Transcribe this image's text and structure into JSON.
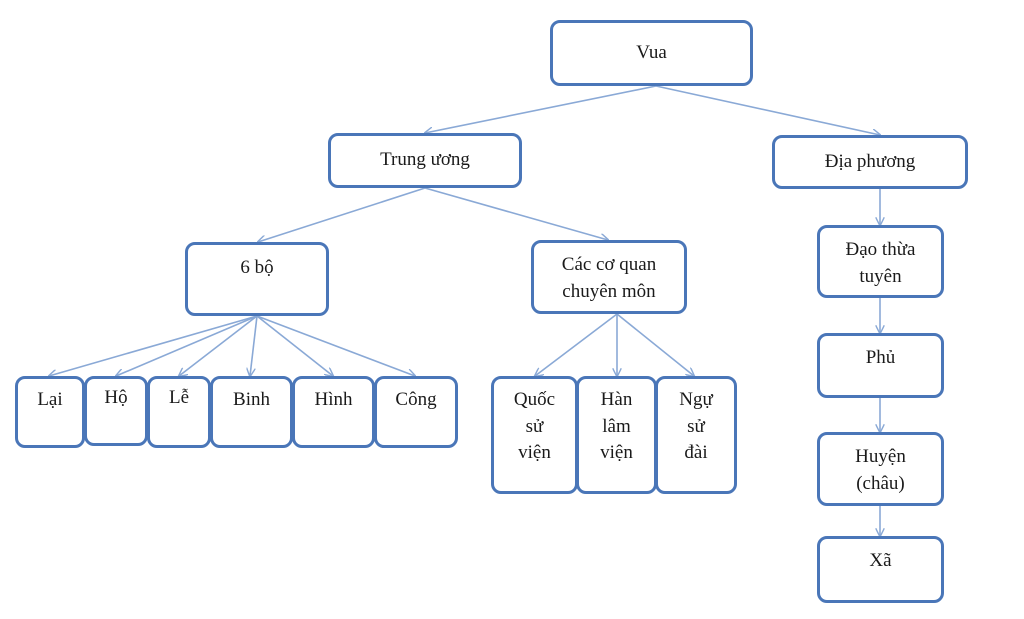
{
  "colors": {
    "line": "#8aa9d6",
    "border": "#4a76b8",
    "text": "#1a1a1a"
  },
  "nodes": {
    "vua": "Vua",
    "trung_uong": "Trung ương",
    "dia_phuong": "Địa phương",
    "sau_bo": "6 bộ",
    "co_quan": "Các cơ quan\nchuyên môn",
    "lai": "Lại",
    "ho": "Hộ",
    "le": "Lễ",
    "binh": "Binh",
    "hinh": "Hình",
    "cong": "Công",
    "quoc_su_vien": "Quốc\nsử\nviện",
    "han_lam_vien": "Hàn\nlâm\nviện",
    "ngu_su_dai": "Ngự\nsử\nđài",
    "dao_thua_tuyen": "Đạo thừa\ntuyên",
    "phu": "Phủ",
    "huyen": "Huyện\n(châu)",
    "xa": "Xã"
  }
}
